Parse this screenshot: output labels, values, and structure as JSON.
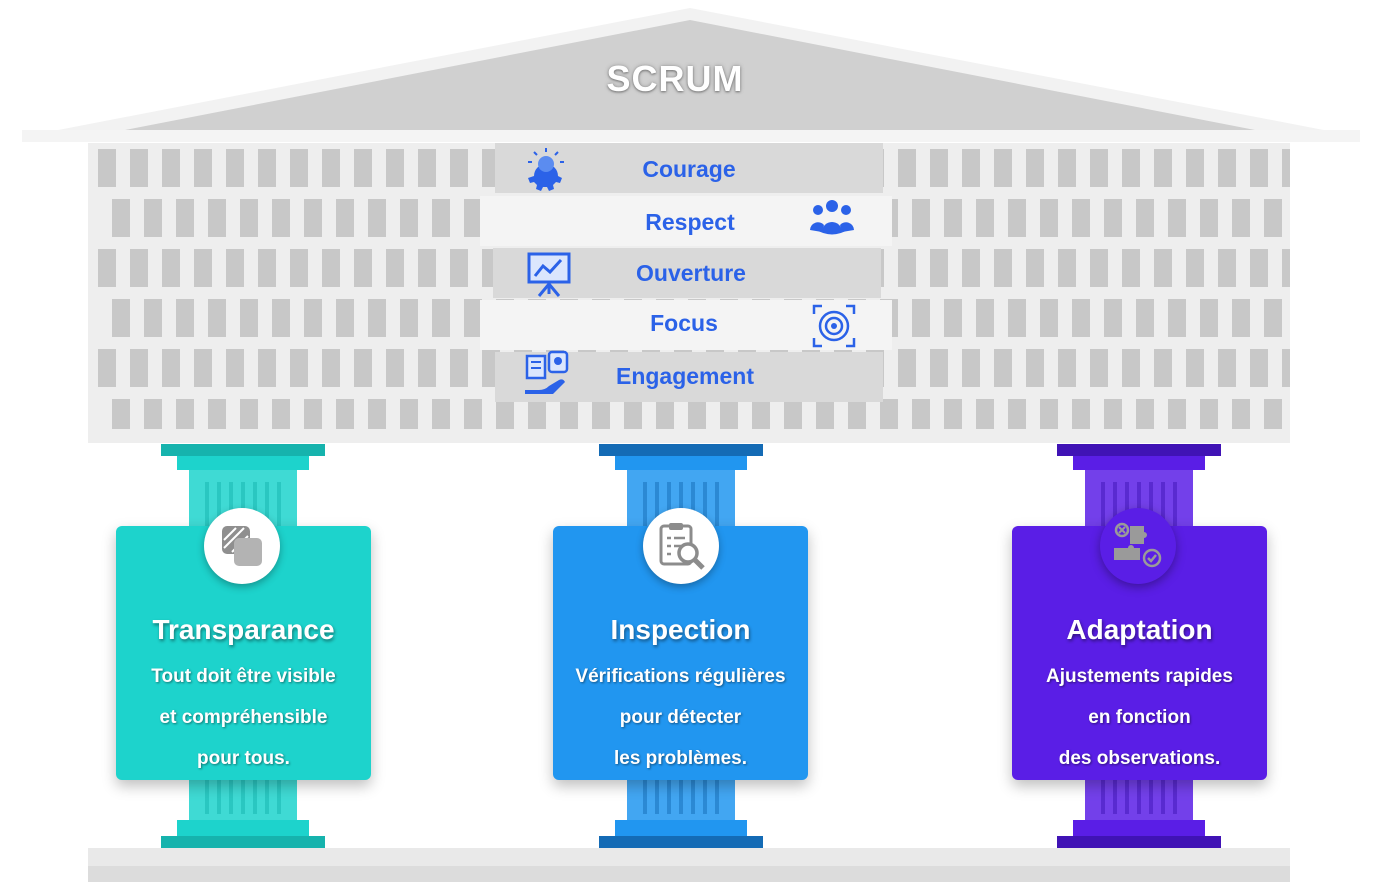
{
  "title": "SCRUM",
  "values": [
    {
      "label": "Courage",
      "icon": "brain-gear-icon"
    },
    {
      "label": "Respect",
      "icon": "team-icon"
    },
    {
      "label": "Ouverture",
      "icon": "presentation-board-icon"
    },
    {
      "label": "Focus",
      "icon": "target-focus-icon"
    },
    {
      "label": "Engagement",
      "icon": "hand-commitment-icon"
    }
  ],
  "pillars": [
    {
      "title": "Transparance",
      "lines": [
        "Tout doit être visible",
        "et compréhensible",
        "pour tous."
      ],
      "color": "#1dd3cc",
      "dark": "#16b3ad",
      "icon": "transparency-layers-icon"
    },
    {
      "title": "Inspection",
      "lines": [
        "Vérifications régulières",
        "pour détecter",
        "les problèmes."
      ],
      "color": "#2196f0",
      "dark": "#146bb5",
      "icon": "checklist-magnifier-icon"
    },
    {
      "title": "Adaptation",
      "lines": [
        "Ajustements rapides",
        "en fonction",
        "des observations."
      ],
      "color": "#5a1ee6",
      "dark": "#4013b5",
      "icon": "puzzle-adjust-icon"
    }
  ],
  "colors": {
    "value_text": "#2b62e8",
    "roof": "#d4d4d4",
    "stone": "#eeeeee",
    "brick": "#c8c8c8"
  }
}
